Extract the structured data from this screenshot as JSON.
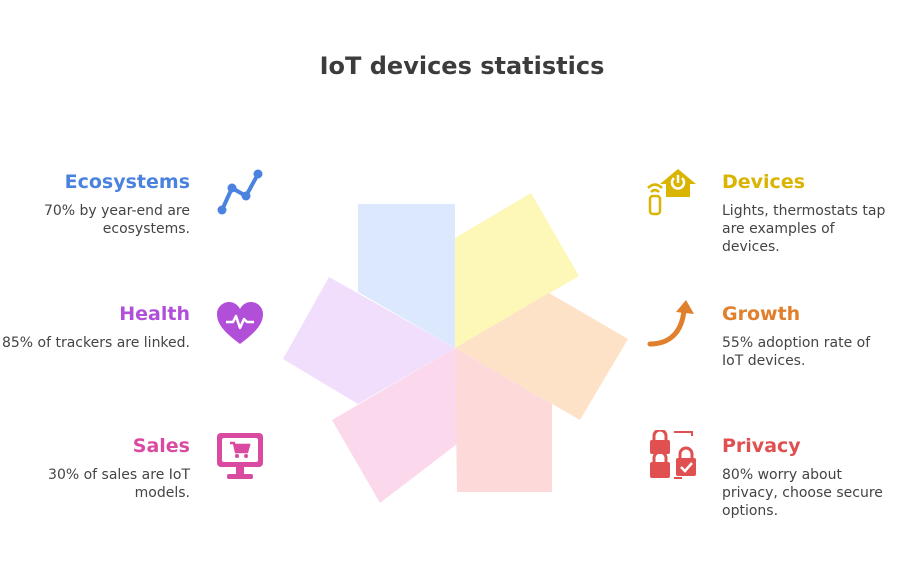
{
  "title": "IoT devices statistics",
  "items": [
    {
      "id": "ecosystems",
      "heading": "Ecosystems",
      "text": "70% by year-end are ecosystems.",
      "color": "#4b82e0",
      "icon": "line-chart-icon"
    },
    {
      "id": "health",
      "heading": "Health",
      "text": "85% of trackers are linked.",
      "color": "#b14fd8",
      "icon": "heart-pulse-icon"
    },
    {
      "id": "sales",
      "heading": "Sales",
      "text": "30% of sales are IoT models.",
      "color": "#d94aa0",
      "icon": "monitor-cart-icon"
    },
    {
      "id": "devices",
      "heading": "Devices",
      "text": "Lights, thermostats tap are examples of devices.",
      "color": "#d9b400",
      "icon": "smart-home-icon"
    },
    {
      "id": "growth",
      "heading": "Growth",
      "text": "55% adoption rate of IoT devices.",
      "color": "#e07f2c",
      "icon": "growth-arrow-icon"
    },
    {
      "id": "privacy",
      "heading": "Privacy",
      "text": "80% worry about privacy, choose secure options.",
      "color": "#e05050",
      "icon": "lock-shield-icon"
    }
  ],
  "petal_colors": [
    "#dce8fd",
    "#fdf7b8",
    "#fde2c8",
    "#fdd9d9",
    "#fcd8ec",
    "#f1defc"
  ]
}
